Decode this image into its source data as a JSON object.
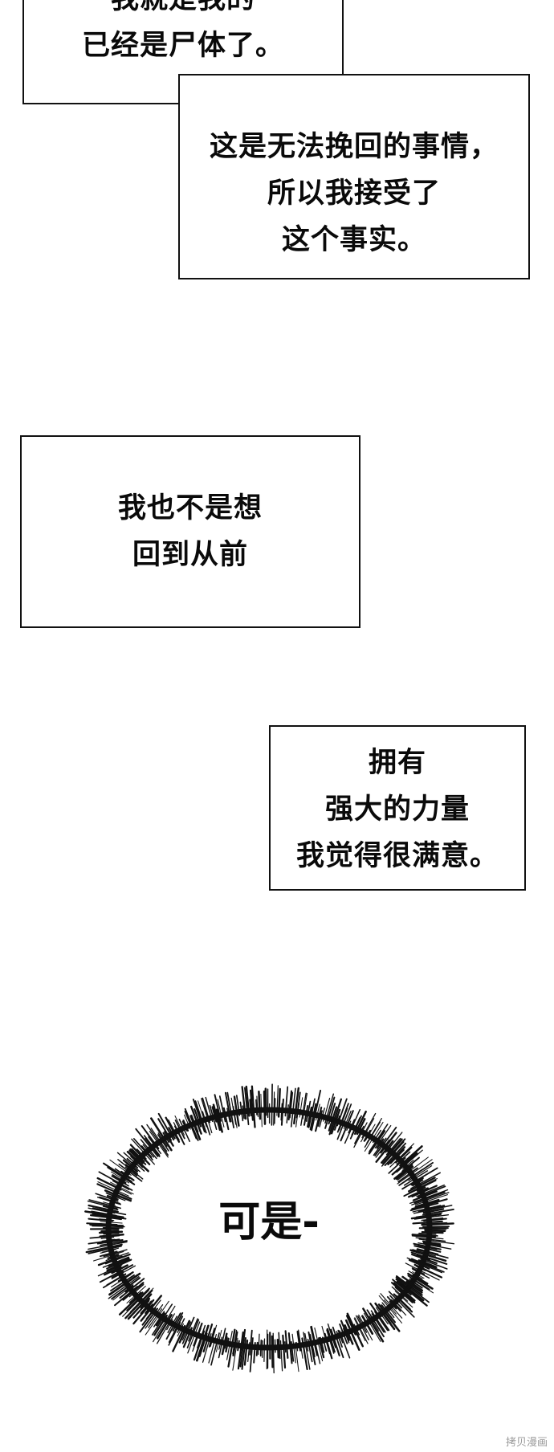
{
  "panels": [
    {
      "lines": [
        "我就是我的",
        "已经是尸体了。"
      ]
    },
    {
      "lines": [
        "这是无法挽回的事情，",
        "所以我接受了",
        "这个事实。"
      ]
    },
    {
      "lines": [
        "我也不是想",
        "回到从前"
      ]
    },
    {
      "lines": [
        "拥有",
        "强大的力量",
        "我觉得很满意。"
      ]
    }
  ],
  "burst": {
    "text": "可是-"
  },
  "watermark": "拷贝漫画"
}
